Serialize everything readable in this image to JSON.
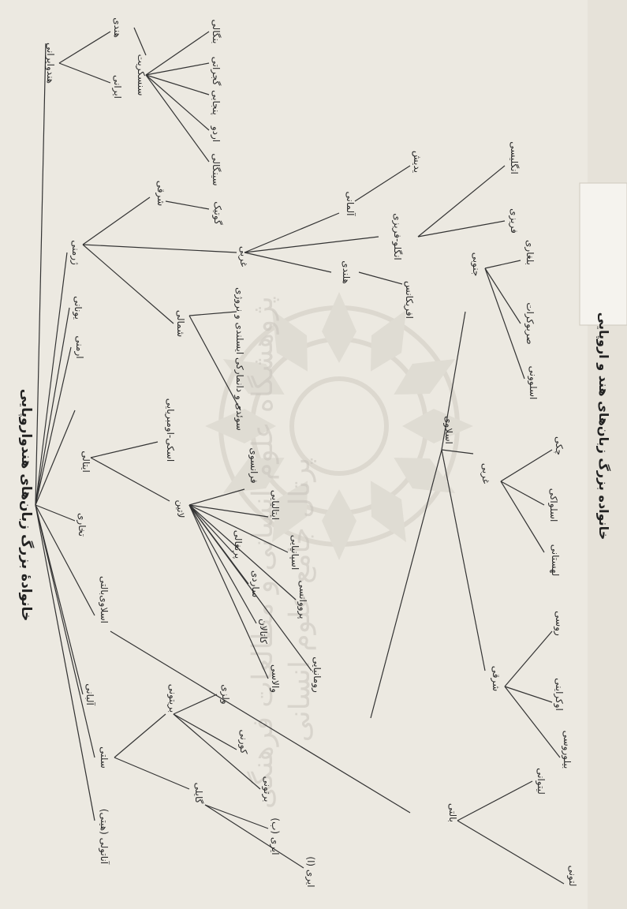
{
  "title": "خانوادهٔ بزرگ زبان‌های هندواروپایی",
  "caption": "خانواده بزرگ زبان‌های هند و اروپایی",
  "watermark": {
    "line1": "پژوهشگاه علوم انسانی و مطالعات فرهنگی",
    "line2": "پرتال جامع علوم انسانی"
  },
  "languages": {
    "indo_iranian": "هندوایرانی",
    "indic": "هندی",
    "iranian": "ایرانی",
    "sanskrit": "سنسکریت",
    "bengali": "بنگالی",
    "gujarati": "گجراتی",
    "punjabi": "پنجابی",
    "urdu": "اردو",
    "sinhala": "سینگالی",
    "germanic": "ژرمنی",
    "eastern": "شرقی",
    "gothic": "گوتیک",
    "western": "غربی",
    "german": "آلمانی",
    "yiddish": "یدیش",
    "anglo_frisian": "انگلو-فریزی",
    "english": "انگلیسی",
    "frisian": "فریزی",
    "dutch": "هلندی",
    "afrikaans": "افریکانس",
    "northern": "شمالی",
    "north_list": "سوئدی و دانمارکی ایسلندی و نروژی",
    "greek": "یونانی",
    "armenian": "ارمنی",
    "italic": "ایتالی",
    "osco_umbrian": "اسکی-اومبریایی",
    "latin": "لاتین",
    "french": "فرانسوی",
    "italian": "ایتالیایی",
    "spanish": "اسپانیایی",
    "portuguese": "پرتغالی",
    "provencal": "پرووانسی",
    "romanian": "رومانیایی",
    "sardinian": "ساردی",
    "catalan": "کاتالان",
    "walloon": "والاسی",
    "tocharian": "تخاری",
    "balto_slavic": "اسلاوی‌بالتی",
    "albanian": "آلبانی",
    "celtic": "سلتی",
    "anatolian": "آناتولی (هیتی)",
    "brythonic": "بریتونی",
    "welsh": "ولزی",
    "cornish": "کورنی",
    "breton": "برتونی",
    "gaelic": "گایلی",
    "irish_b": "ایری (ب)",
    "irish_a": "ایری (ا)",
    "slavic": "اسلاوی",
    "south": "جنوبی",
    "bulgarian": "بلغاری",
    "serbo_croatian": "صربوکرات",
    "slovenian": "اسلوونی",
    "west": "غربی",
    "czech": "چکی",
    "slovak": "اسلواکی",
    "polish": "لهستانی",
    "east": "شرقی",
    "russian": "روسی",
    "ukrainian": "اوکراینی",
    "belarusian": "بیلوروسی",
    "baltic": "بالتی",
    "lithuanian": "لیتوانی",
    "latvian": "لتونی"
  }
}
